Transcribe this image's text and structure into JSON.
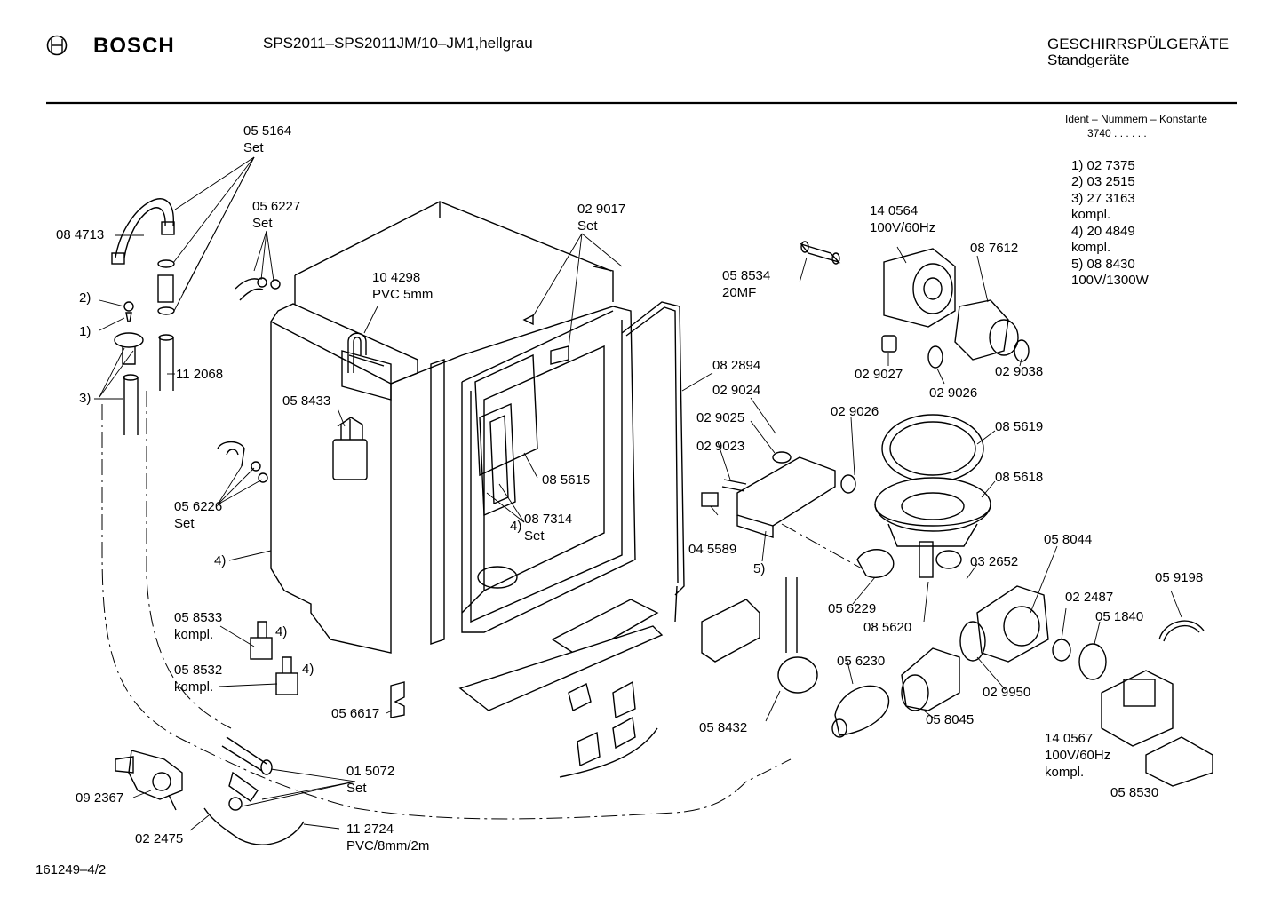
{
  "header": {
    "brand": "BOSCH",
    "logo_icon": "bosch-armature-icon",
    "model": "SPS2011–SPS2011JM/10–JM1,hellgrau",
    "category": "GESCHIRRSPÜLGERÄTE",
    "subcategory": "Standgeräte"
  },
  "ident": {
    "title": "Ident – Nummern – Konstante",
    "constant": "3740  .  .    .  .  .  .",
    "items": [
      "1)  02 7375",
      "2)  03 2515",
      "3)  27 3163",
      "      kompl.",
      "4)  20 4849",
      "      kompl.",
      "5)  08 8430",
      "100V/1300W"
    ]
  },
  "labels": {
    "l055164": "05 5164",
    "set1": "Set",
    "l084713": "08 4713",
    "lref2": "2)",
    "lref1": "1)",
    "lref3": "3)",
    "l112068": "11 2068",
    "l056227": "05 6227",
    "set2": "Set",
    "l104298": "10 4298",
    "pvc5": "PVC 5mm",
    "l058433": "05 8433",
    "l056226": "05 6226",
    "set3": "Set",
    "lref4a": "4)",
    "l058533": "05 8533",
    "kompl1": "kompl.",
    "lref4b": "4)",
    "l058532": "05 8532",
    "kompl2": "kompl.",
    "lref4c": "4)",
    "l056617": "05 6617",
    "l092367": "09 2367",
    "l015072": "01 5072",
    "set4": "Set",
    "l022475": "02 2475",
    "l112724": "11 2724",
    "pvc8": "PVC/8mm/2m",
    "l029017": "02 9017",
    "set5": "Set",
    "l085615": "08 5615",
    "lref4d": "4)",
    "l087314": "08 7314",
    "set6": "Set",
    "l082894": "08 2894",
    "l058534": "05 8534",
    "mf20": "20MF",
    "l140564": "14 0564",
    "hz1": "100V/60Hz",
    "l087612": "08 7612",
    "l029027": "02 9027",
    "l029026a": "02 9026",
    "l029038": "02 9038",
    "l029024": "02 9024",
    "l029025": "02 9025",
    "l029023": "02 9023",
    "l029026b": "02 9026",
    "l085619": "08 5619",
    "l085618": "08 5618",
    "l045589": "04 5589",
    "lref5": "5)",
    "l032652": "03 2652",
    "l058044": "05 8044",
    "l056229": "05 6229",
    "l085620": "08 5620",
    "l022487": "02 2487",
    "l051840": "05 1840",
    "l059198": "05 9198",
    "l056230": "05 6230",
    "l058432": "05 8432",
    "l029950": "02 9950",
    "l058045": "05 8045",
    "l140567": "14 0567",
    "hz2": "100V/60Hz",
    "kompl3": "kompl.",
    "l058530": "05 8530"
  },
  "footer": {
    "drawing_no": "161249–4/2"
  }
}
